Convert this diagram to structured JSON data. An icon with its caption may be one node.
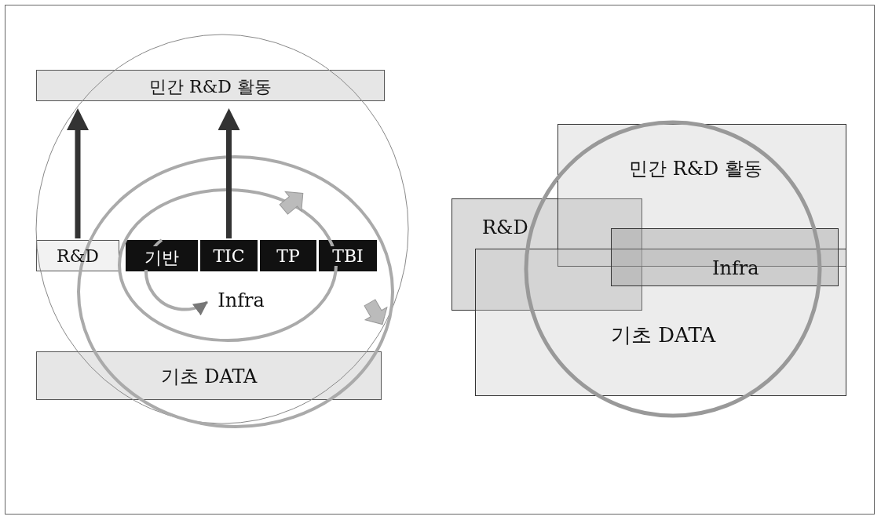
{
  "diagram": {
    "nodes": [
      {
        "text": [
          "민간 R&D 활동"
        ]
      },
      {
        "text": [
          "R&D"
        ]
      },
      {
        "text": [
          "기반"
        ]
      },
      {
        "text": [
          "TIC"
        ]
      },
      {
        "text": [
          "TP"
        ]
      },
      {
        "text": [
          "TBI"
        ]
      },
      {
        "text": [
          "Infra"
        ]
      },
      {
        "text": [
          "기초 DATA"
        ]
      },
      {
        "text": [
          "민간 R&D 활동"
        ]
      },
      {
        "text": [
          "R&D"
        ]
      },
      {
        "text": [
          "Infra"
        ]
      },
      {
        "text": [
          "기초 DATA"
        ]
      }
    ],
    "edges": [
      {
        "from": 1,
        "to": 0,
        "arrow": "to"
      },
      {
        "from": 3,
        "to": 0,
        "arrow": "to"
      },
      {
        "from": 2,
        "to": 6,
        "arrow": "to",
        "color": "#aaaaaa"
      }
    ]
  }
}
